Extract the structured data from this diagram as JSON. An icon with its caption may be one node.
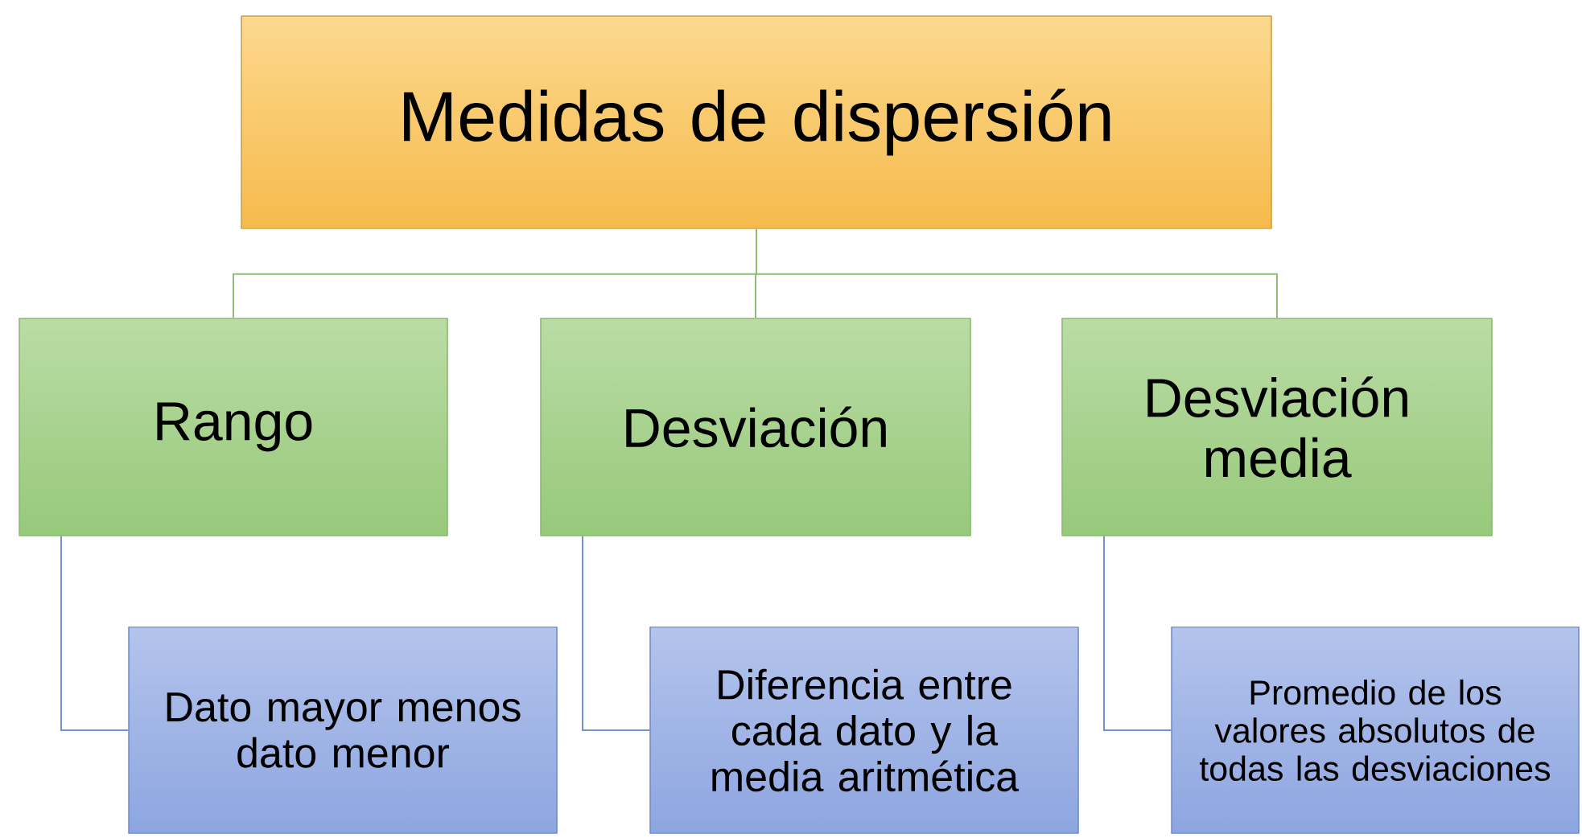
{
  "diagram": {
    "nodes": [
      {
        "text": [
          "Medidas de dispersión"
        ]
      },
      {
        "text": [
          "Rango"
        ]
      },
      {
        "text": [
          "Desviación"
        ]
      },
      {
        "text": [
          "Desviación media"
        ]
      },
      {
        "text": [
          "Dato mayor menos dato menor"
        ]
      },
      {
        "text": [
          "Diferencia entre cada dato y la media aritmética"
        ]
      },
      {
        "text": [
          "Promedio de los valores absolutos de todas las desviaciones"
        ]
      }
    ],
    "edges": [
      {
        "from": 0,
        "to": 1,
        "arrow": "none",
        "color": "#8fbf72"
      },
      {
        "from": 0,
        "to": 2,
        "arrow": "none",
        "color": "#8fbf72"
      },
      {
        "from": 0,
        "to": 3,
        "arrow": "none",
        "color": "#8fbf72"
      },
      {
        "from": 1,
        "to": 4,
        "arrow": "none",
        "color": "#7391d0"
      },
      {
        "from": 2,
        "to": 5,
        "arrow": "none",
        "color": "#7391d0"
      },
      {
        "from": 3,
        "to": 6,
        "arrow": "none",
        "color": "#7391d0"
      }
    ]
  }
}
